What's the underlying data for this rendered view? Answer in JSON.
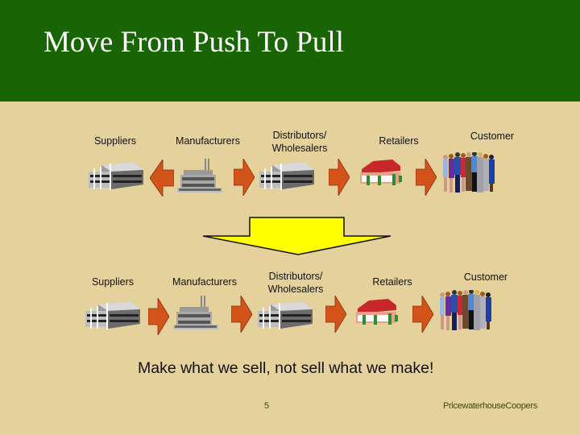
{
  "slide": {
    "title": "Move From Push To Pull",
    "slogan": "Make what we sell, not sell what we make!",
    "page_number": "5",
    "brand": "PricewaterhouseCoopers"
  },
  "push_row": {
    "labels": [
      "Suppliers",
      "Manufacturers",
      "Distributors/",
      "Wholesalers",
      "Retailers",
      "Customer"
    ],
    "arrows": [
      "left",
      "right",
      "right",
      "right"
    ]
  },
  "pull_row": {
    "labels": [
      "Suppliers",
      "Manufacturers",
      "Distributors/",
      "Wholesalers",
      "Retailers",
      "Customer"
    ],
    "arrows": [
      "right",
      "right",
      "right",
      "right"
    ]
  },
  "transition_arrow": {
    "direction": "down",
    "color": "#ffff00"
  },
  "colors": {
    "header_bg": "#196404",
    "slide_bg": "#e4d19c",
    "flow_arrow": "#d2541a",
    "footer_text": "#3d4a08"
  }
}
